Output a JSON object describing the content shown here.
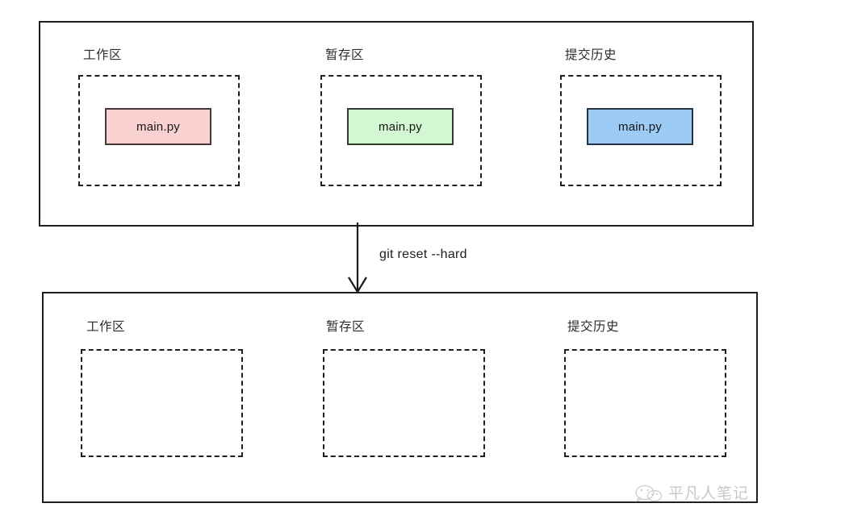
{
  "diagram": {
    "title_text": "git reset --hard",
    "colors": {
      "work_area_file": "#fad1d1",
      "stage_area_file": "#d2f7d2",
      "commit_history_file": "#9ccbf5",
      "panel_border": "#1f1f1f",
      "dashed_border": "#1f1f1f"
    },
    "before_panel": {
      "name": "before-reset-state",
      "zones": [
        {
          "label": "工作区",
          "file": "main.py",
          "file_color": "pink",
          "has_file": true
        },
        {
          "label": "暂存区",
          "file": "main.py",
          "file_color": "green",
          "has_file": true
        },
        {
          "label": "提交历史",
          "file": "main.py",
          "file_color": "blue",
          "has_file": true
        }
      ]
    },
    "transition": {
      "command": "git reset --hard",
      "direction": "down"
    },
    "after_panel": {
      "name": "after-reset-state",
      "zones": [
        {
          "label": "工作区",
          "file": "",
          "has_file": false
        },
        {
          "label": "暂存区",
          "file": "",
          "has_file": false
        },
        {
          "label": "提交历史",
          "file": "",
          "has_file": false
        }
      ]
    },
    "watermark": {
      "text": "平凡人笔记",
      "icon": "wechat-logo-icon"
    }
  }
}
